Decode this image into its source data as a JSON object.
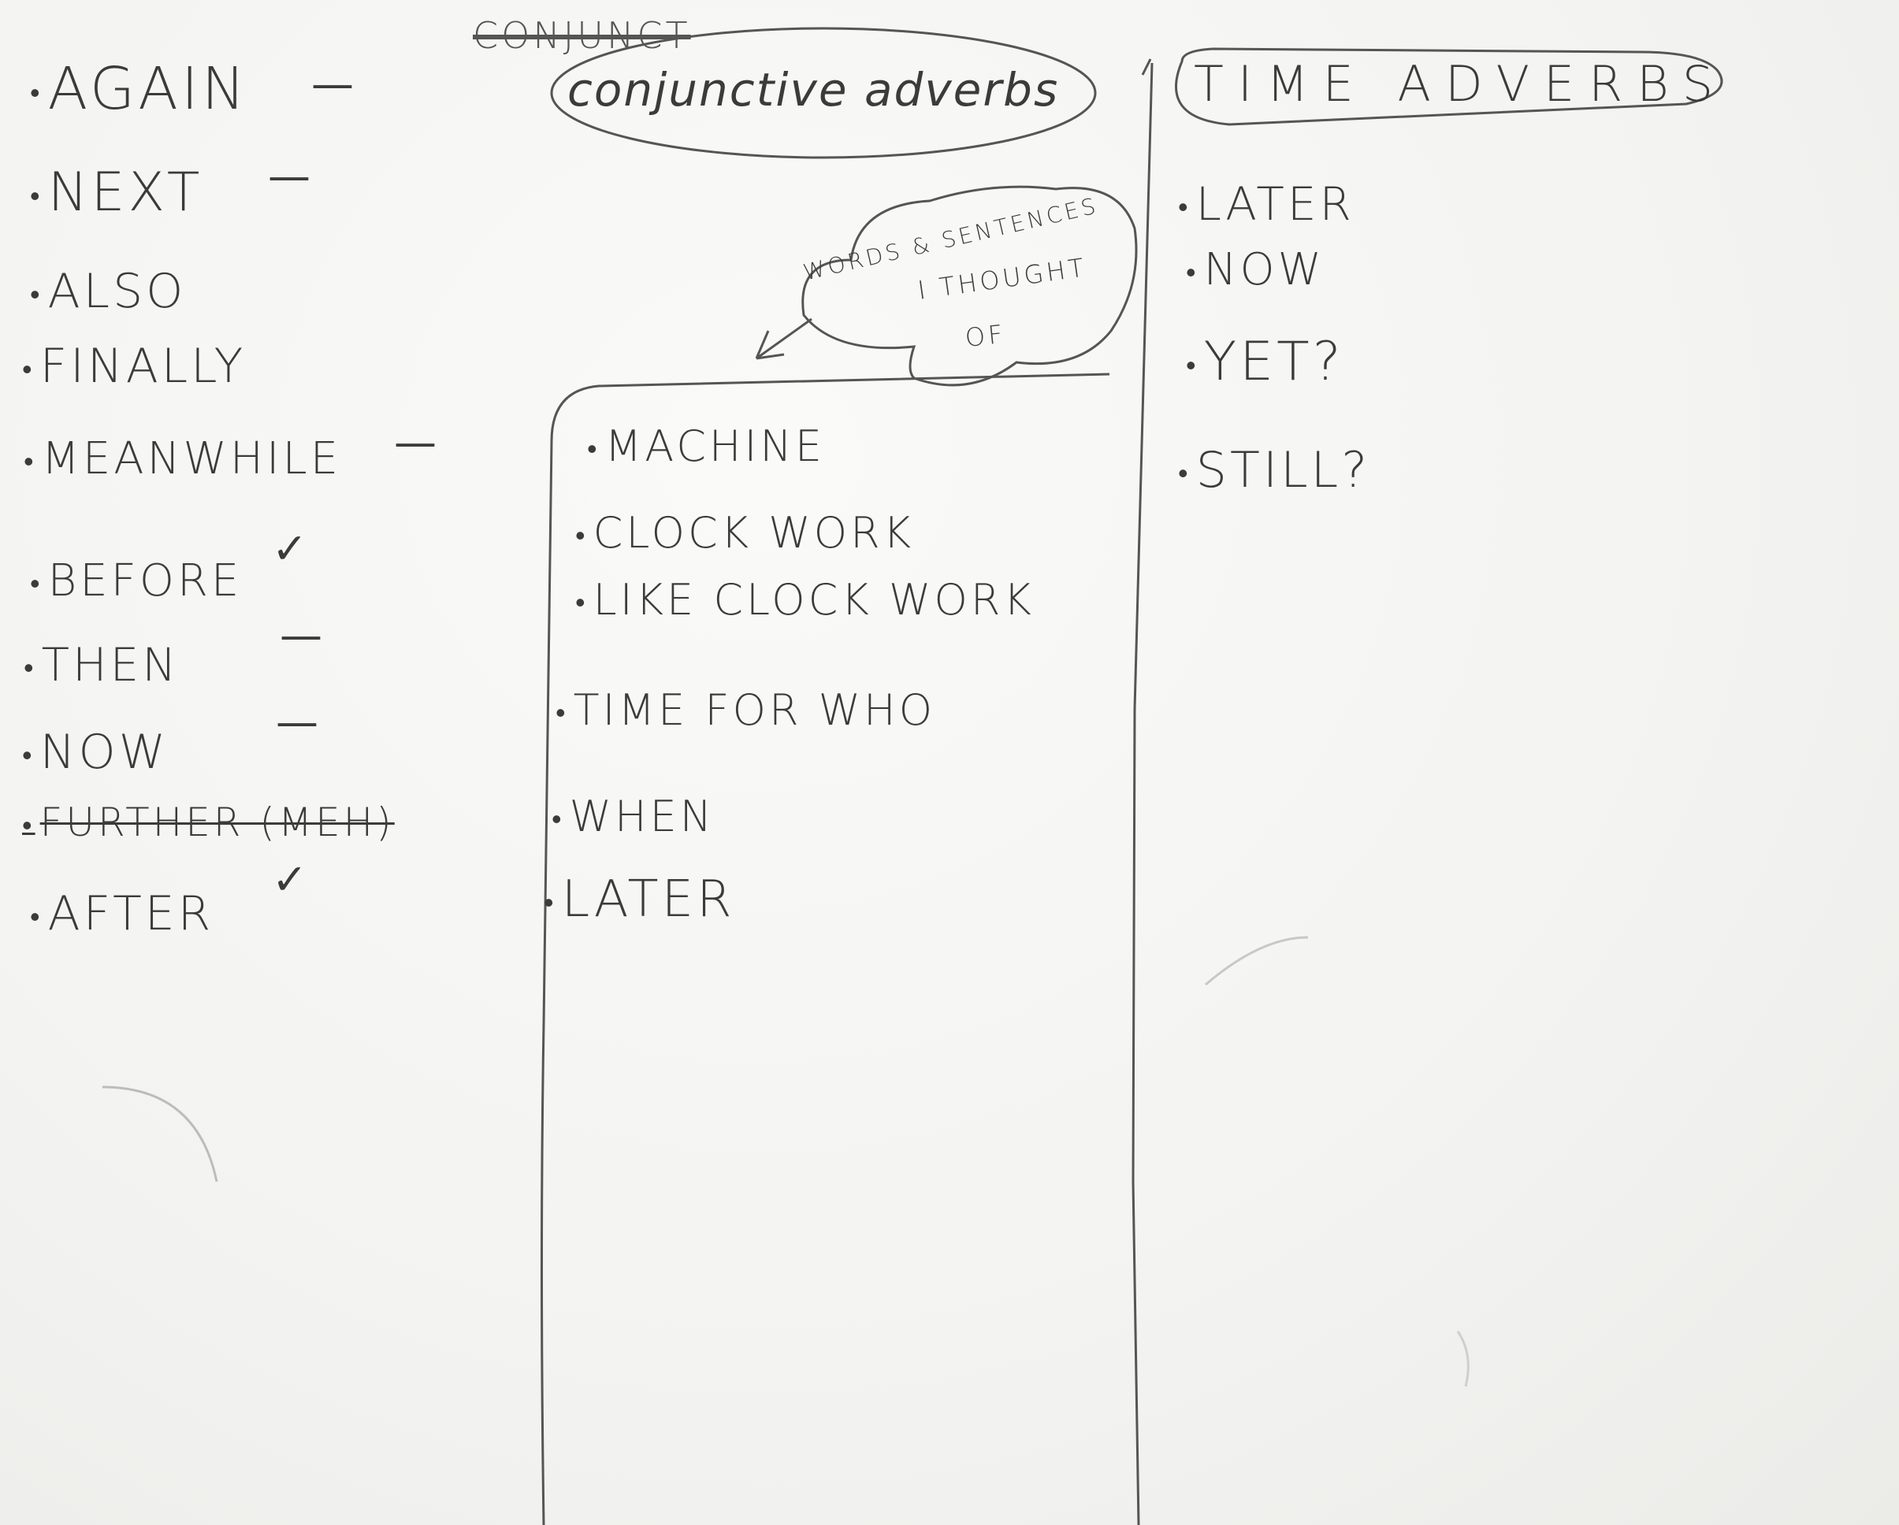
{
  "left_column": {
    "items": [
      {
        "text": "AGAIN",
        "mark": "—"
      },
      {
        "text": "NEXT",
        "mark": "—"
      },
      {
        "text": "ALSO",
        "mark": ""
      },
      {
        "text": "FINALLY",
        "mark": ""
      },
      {
        "text": "MEANWHILE",
        "mark": "—"
      },
      {
        "text": "BEFORE",
        "mark": "✓"
      },
      {
        "text": "THEN",
        "mark": "—"
      },
      {
        "text": "NOW",
        "mark": "—"
      },
      {
        "text": "FURTHER (MEH)",
        "mark": "",
        "struck": true
      },
      {
        "text": "AFTER",
        "mark": "✓"
      }
    ]
  },
  "scribbled_heading": "CONJUNCT",
  "middle_column": {
    "heading": "conjunctive adverbs",
    "callout": {
      "line1": "WORDS & SENTENCES",
      "line2": "I THOUGHT",
      "line3": "OF"
    },
    "items": [
      "MACHINE",
      "CLOCK WORK",
      "LIKE CLOCK WORK",
      "TIME FOR WHO",
      "WHEN",
      "LATER"
    ]
  },
  "right_column": {
    "heading": "TIME ADVERBS",
    "items": [
      "LATER",
      "NOW",
      "YET?",
      "STILL?"
    ]
  },
  "colors": {
    "paper": "#f4f4f2",
    "pencil": "#3b3b3b"
  }
}
